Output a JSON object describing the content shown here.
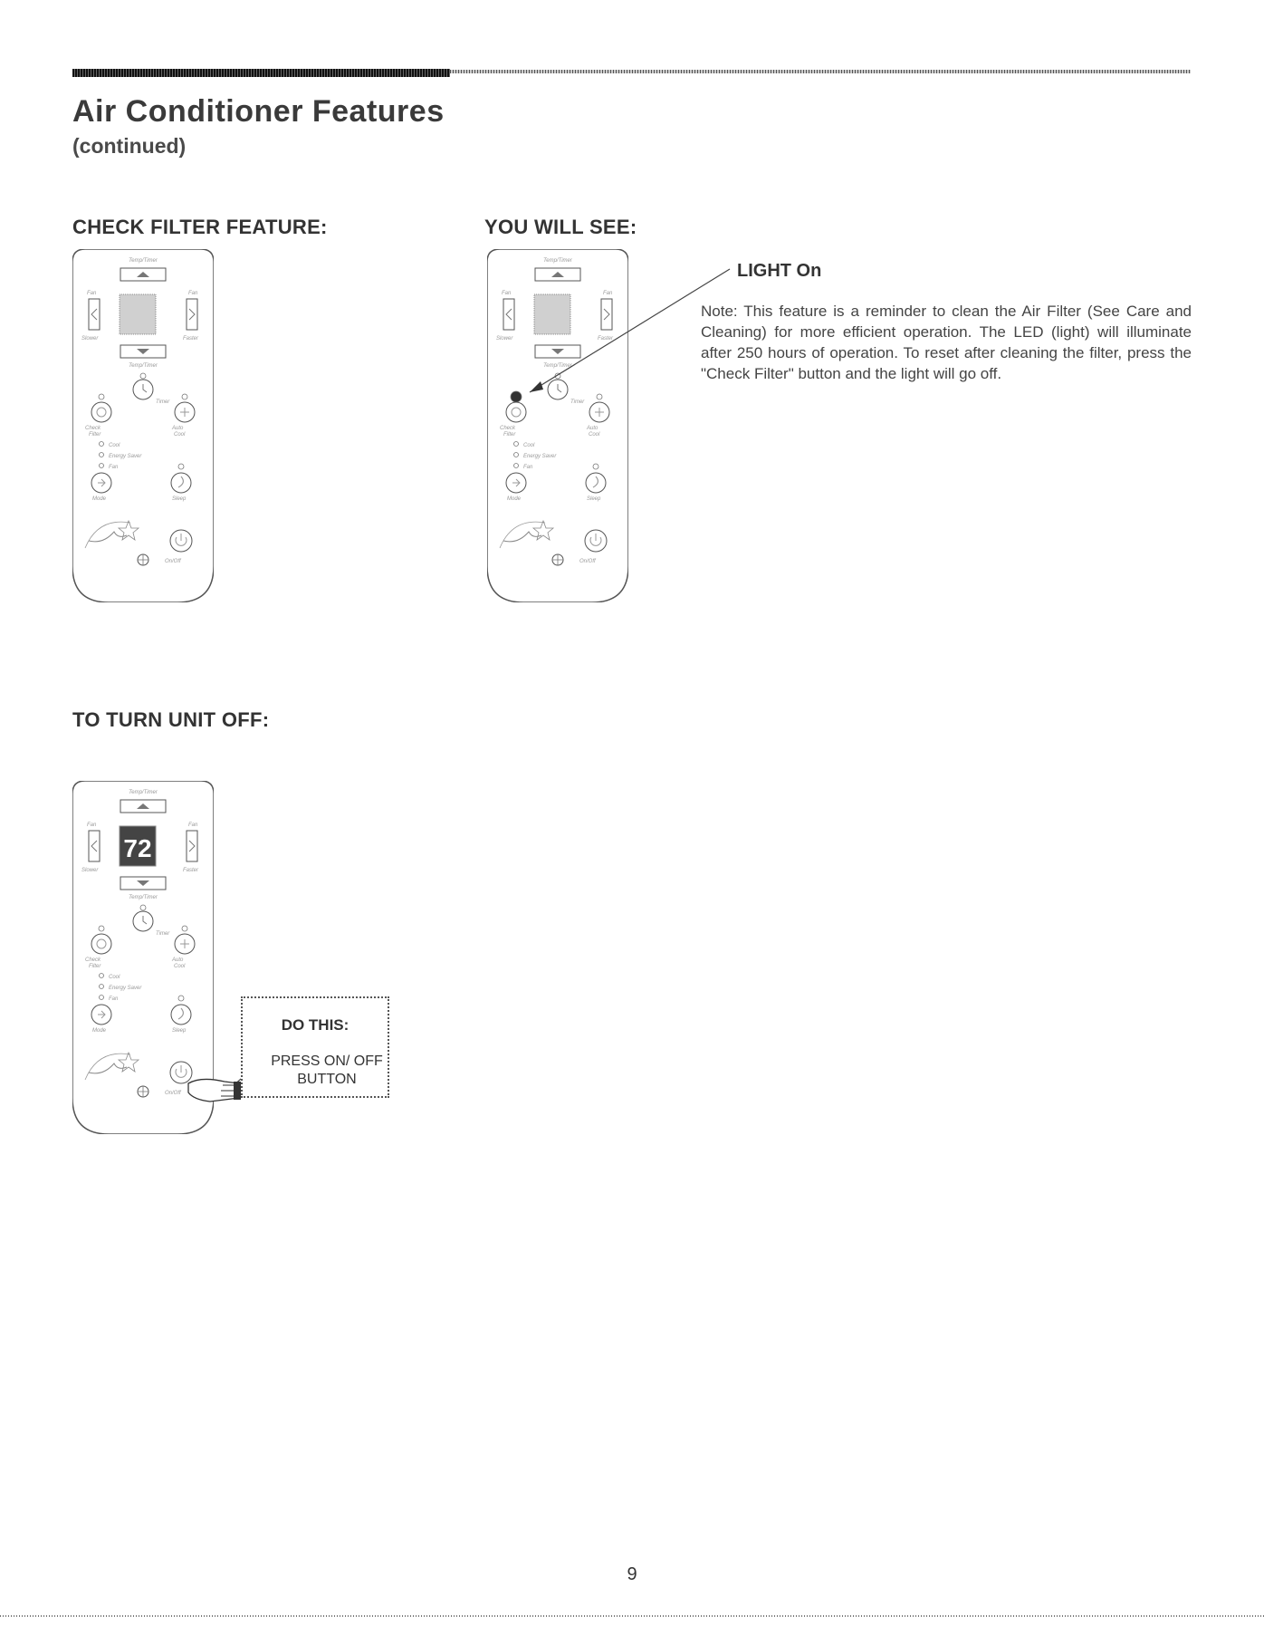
{
  "page": {
    "title": "Air Conditioner Features",
    "subtitle": "(continued)",
    "page_number": "9"
  },
  "sections": {
    "check_filter_heading": "CHECK FILTER FEATURE:",
    "you_will_see_heading": "YOU WILL SEE:",
    "turn_off_heading": "TO TURN UNIT OFF:"
  },
  "you_will_see": {
    "light_label": "LIGHT On",
    "note": "Note: This feature is a reminder to clean the Air Filter (See Care and Cleaning) for more efficient operation. The LED (light) will illuminate after 250 hours of operation. To reset after cleaning the filter, press the \"Check Filter\" button and the light will go off."
  },
  "do_this": {
    "title": "DO THIS:",
    "instruction": "PRESS ON/ OFF BUTTON"
  },
  "panel_labels": {
    "temp_timer": "Temp/Timer",
    "fan_left": "Fan",
    "fan_right": "Fan",
    "slower": "Slower",
    "faster": "Faster",
    "timer": "Timer",
    "check_filter_1": "Check",
    "check_filter_2": "Filter",
    "auto_cool_1": "Auto",
    "auto_cool_2": "Cool",
    "cool": "Cool",
    "energy_saver": "Energy Saver",
    "fan_mode": "Fan",
    "mode": "Mode",
    "sleep": "Sleep",
    "on_off": "On/Off",
    "display_value": "72"
  },
  "colors": {
    "panel_stroke": "#555555",
    "label_gray": "#999999",
    "led_on": "#333333"
  }
}
